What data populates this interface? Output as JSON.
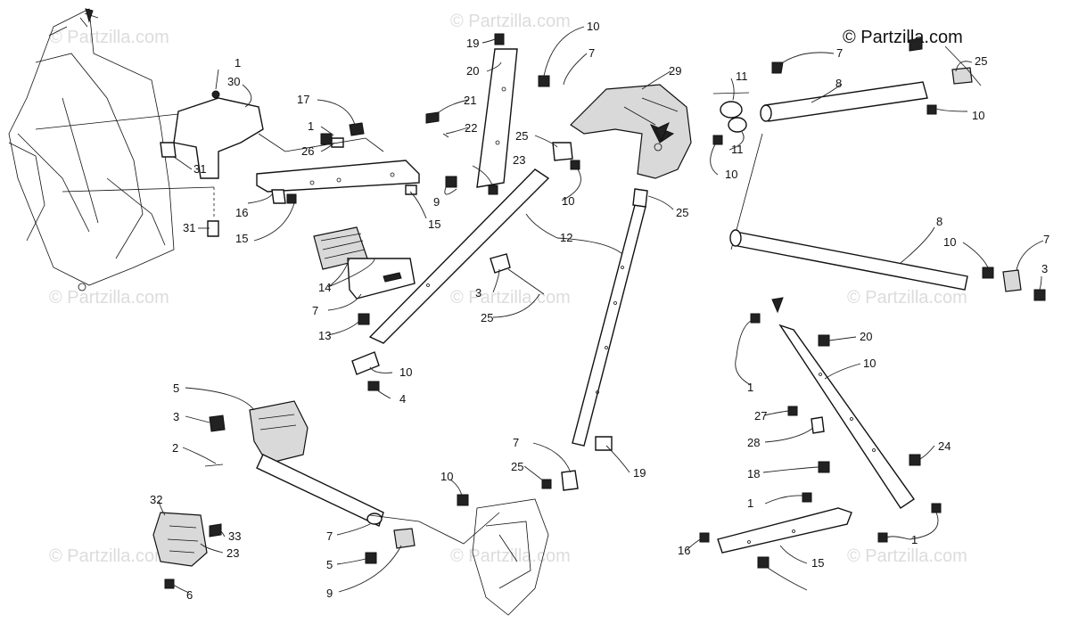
{
  "copyright": "© Partzilla.com",
  "watermark": "© Partzilla.com",
  "callouts": [
    "1",
    "30",
    "31",
    "31",
    "16",
    "15",
    "17",
    "1",
    "26",
    "9",
    "15",
    "21",
    "22",
    "19",
    "20",
    "23",
    "10",
    "7",
    "25",
    "10",
    "12",
    "29",
    "11",
    "11",
    "10",
    "7",
    "8",
    "25",
    "10",
    "25",
    "8",
    "10",
    "7",
    "3",
    "14",
    "7",
    "13",
    "3",
    "25",
    "10",
    "4",
    "5",
    "3",
    "2",
    "32",
    "33",
    "23",
    "6",
    "7",
    "5",
    "9",
    "10",
    "25",
    "7",
    "19",
    "20",
    "10",
    "1",
    "27",
    "28",
    "24",
    "18",
    "1",
    "1",
    "16",
    "15"
  ]
}
